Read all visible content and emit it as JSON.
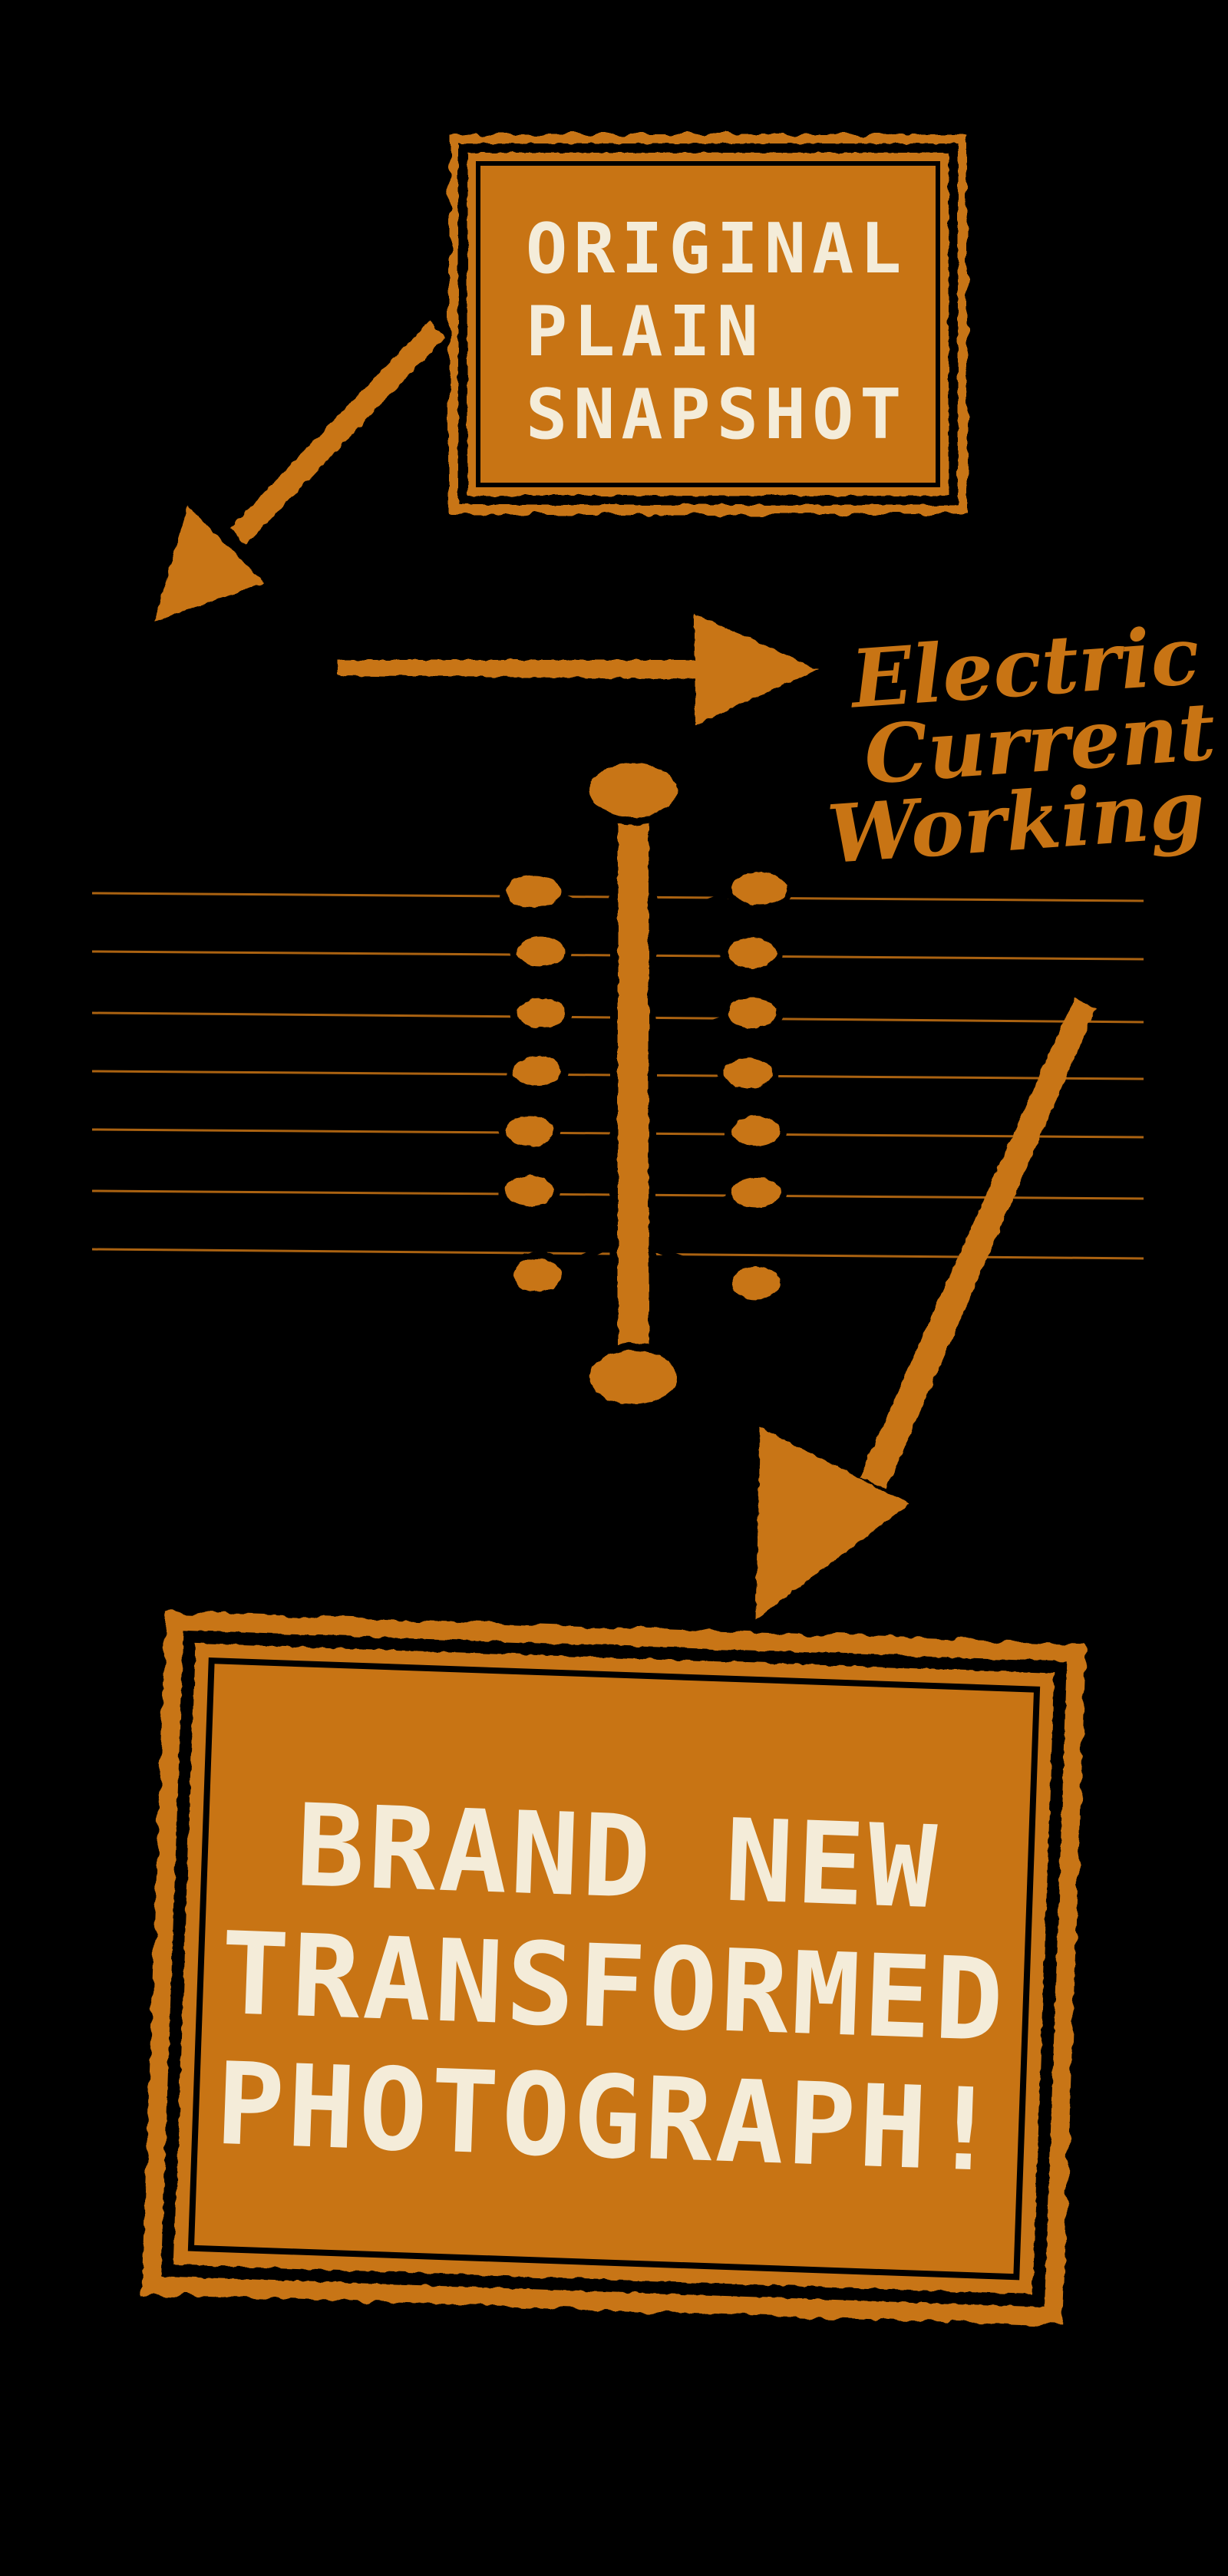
{
  "colors": {
    "background": "#000000",
    "accent": "#c87414",
    "ink": "#000000",
    "text_light": "#f4ecd9"
  },
  "boxes": {
    "original": {
      "lines": [
        "ORIGINAL",
        "PLAIN",
        "SNAPSHOT"
      ]
    },
    "final": {
      "lines": [
        "BRAND NEW",
        "TRANSFORMED",
        "PHOTOGRAPH!"
      ]
    }
  },
  "process_label": {
    "lines": [
      "Electric",
      "Current",
      "Working"
    ]
  },
  "icons": {
    "device": "electrode-comb-icon",
    "arrow_in": "arrow-down-left-icon",
    "arrow_across": "arrow-right-icon",
    "arrow_out": "arrow-down-icon"
  }
}
